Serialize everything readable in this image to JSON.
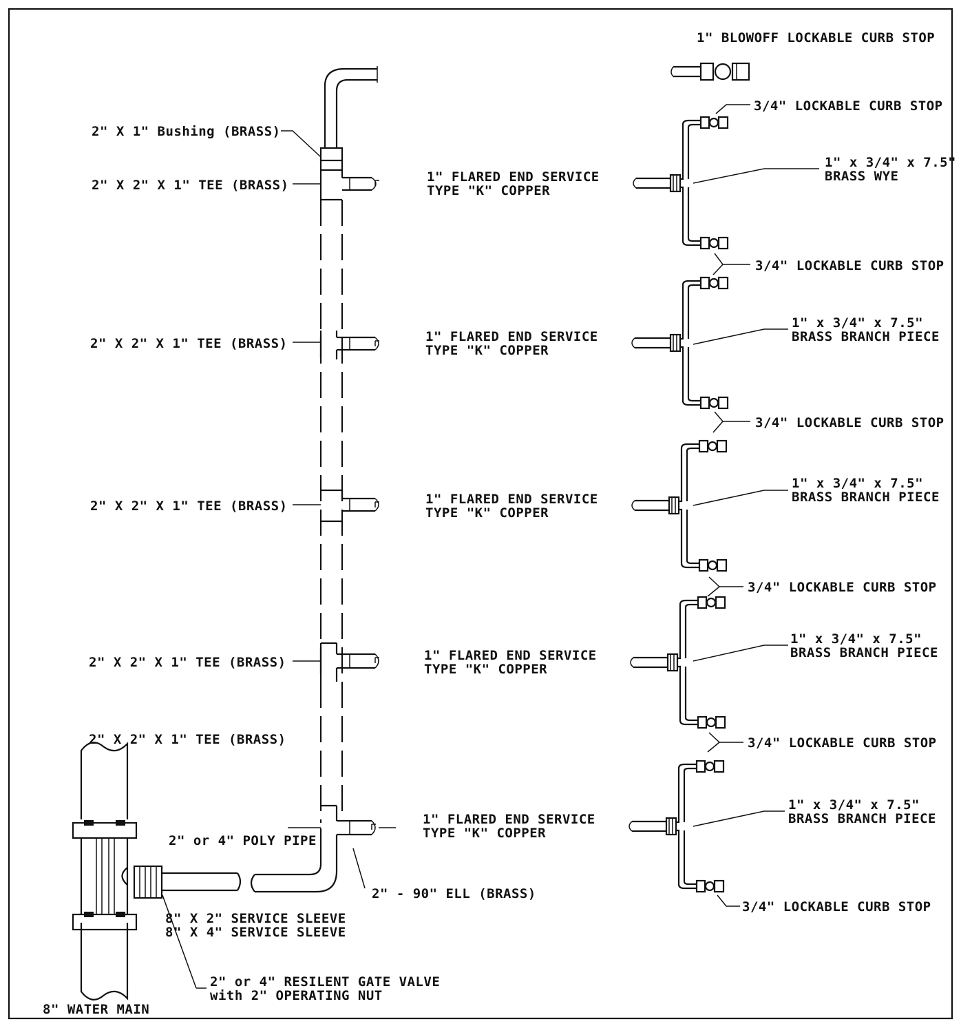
{
  "labels": {
    "blowoff": "1\" BLOWOFF LOCKABLE CURB STOP",
    "bushing": "2\" X 1\" Bushing (BRASS)",
    "tee": "2\" X 2\" X 1\" TEE (BRASS)",
    "service_line1": "1\" FLARED END SERVICE",
    "service_line2": "TYPE \"K\" COPPER",
    "curb_stop": "3/4\" LOCKABLE CURB STOP",
    "wye_line1": "1\" x 3/4\" x 7.5\"",
    "wye_line2": "BRASS WYE",
    "branch_line1": "1\" x 3/4\" x 7.5\"",
    "branch_line2": "BRASS BRANCH PIECE",
    "poly_pipe": "2\" or 4\" POLY PIPE",
    "ell": "2\" - 90\" ELL (BRASS)",
    "sleeve1": "8\" X 2\" SERVICE SLEEVE",
    "sleeve2": "8\" X 4\" SERVICE SLEEVE",
    "gate_valve_line1": "2\" or 4\" RESILENT GATE VALVE",
    "gate_valve_line2": "with 2\" OPERATING NUT",
    "water_main": "8\" WATER MAIN"
  }
}
